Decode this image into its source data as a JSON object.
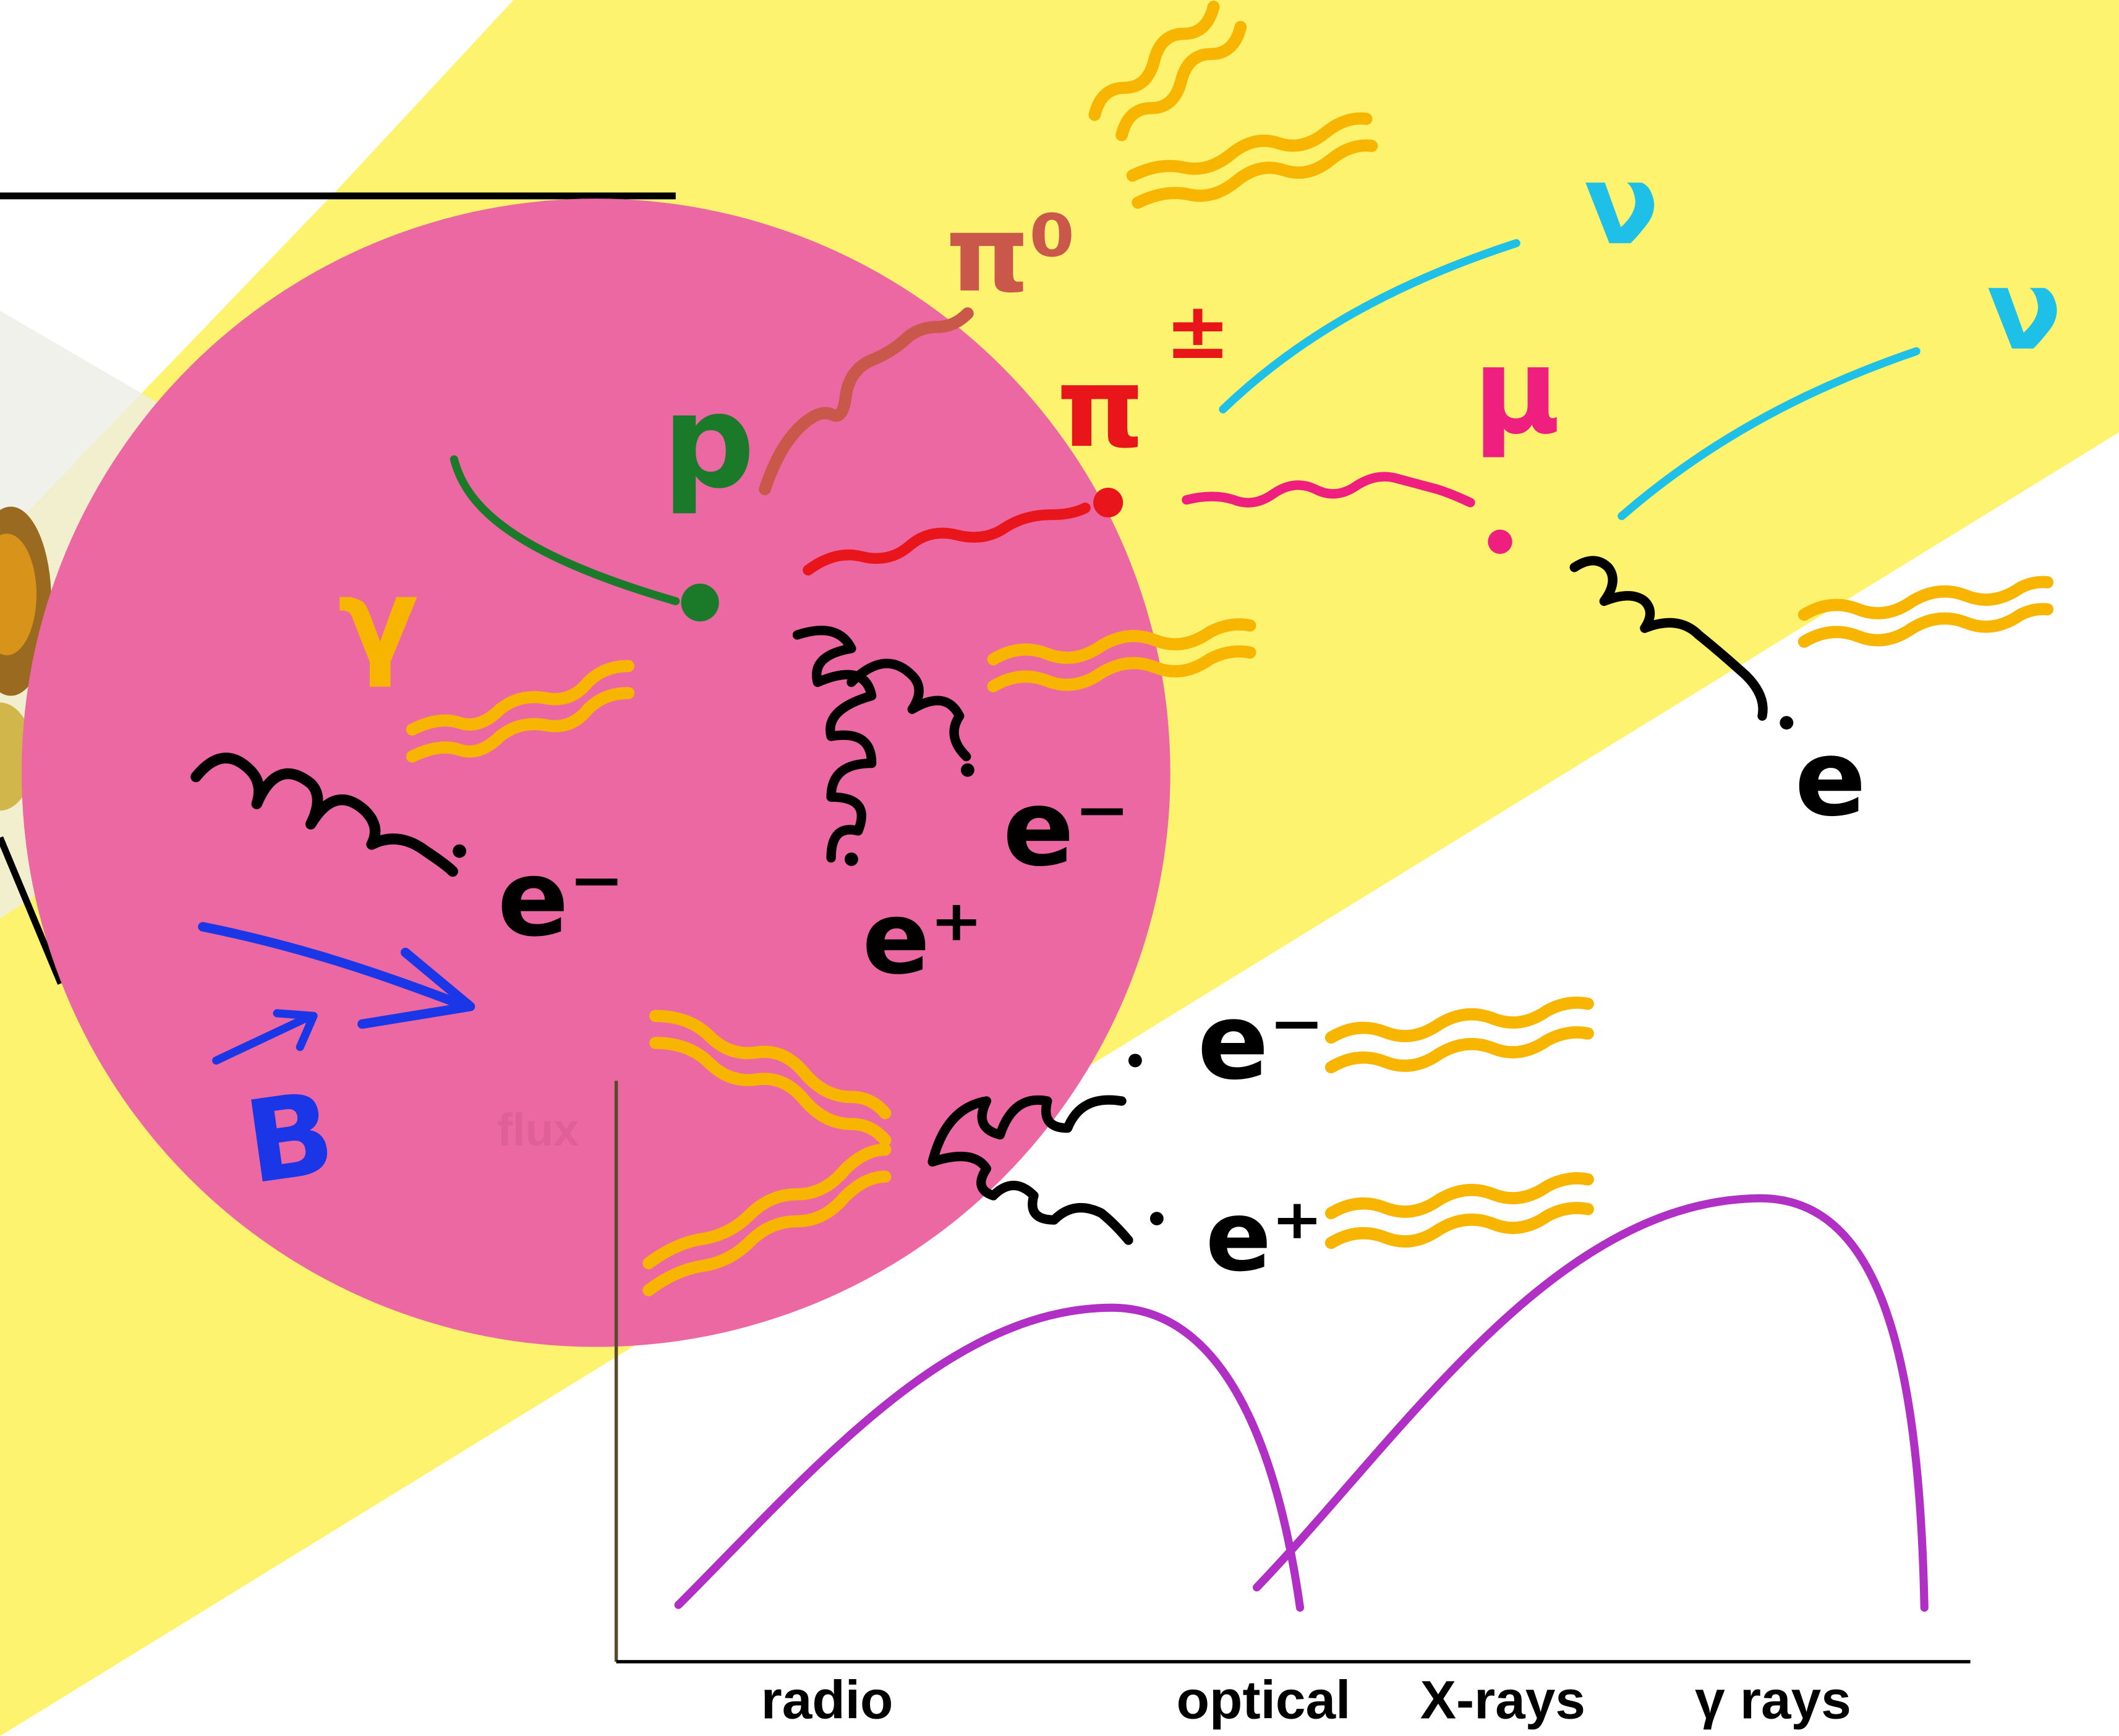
{
  "colors": {
    "jet": "#fdf36e",
    "blob": "#ec68a2",
    "photon": "#f7b500",
    "proton": "#1b7a2a",
    "pion_neutral": "#c9584a",
    "pion_charged": "#e8161a",
    "muon": "#ef1f7f",
    "neutrino": "#1ec0e8",
    "magnetic_field": "#1a36e6",
    "electron": "#000000",
    "spectrum": "#b02fc4",
    "axis": "#000000",
    "faint_label": "#dc5c94"
  },
  "particles": {
    "photon": "γ",
    "proton": "p",
    "pion_neutral": "π⁰",
    "pion_charged": "π",
    "pion_charge_sign": "±",
    "muon": "μ",
    "neutrino_1": "ν",
    "neutrino_2": "ν",
    "electron_in_blob": "e⁻",
    "electron_cascade": "e⁻",
    "positron_cascade": "e⁺",
    "electron_from_muon": "e",
    "electron_outside": "e⁻",
    "positron_outside": "e⁺",
    "magnetic_field": "B"
  },
  "spectrum": {
    "y_axis_label": "flux",
    "x_labels": [
      "radio",
      "optical",
      "X-rays",
      "γ rays"
    ]
  }
}
